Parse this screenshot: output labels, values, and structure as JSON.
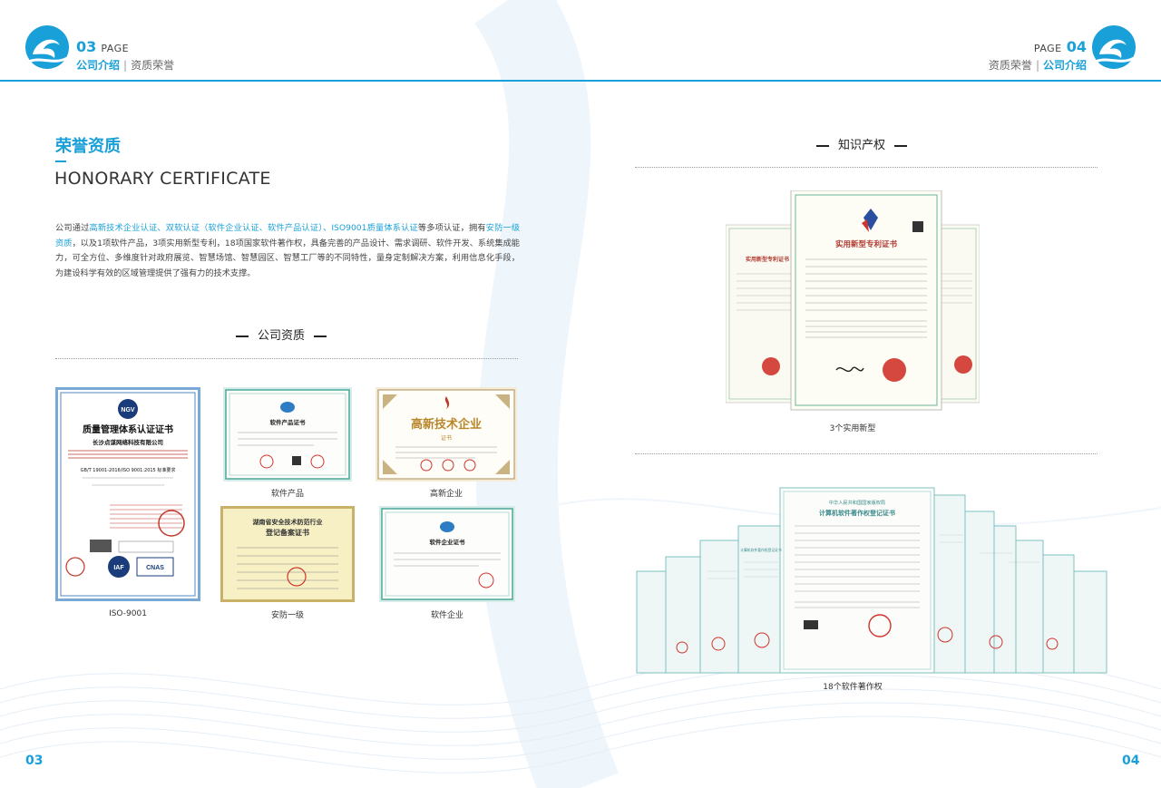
{
  "header": {
    "left": {
      "page_num": "03",
      "page_label": "PAGE",
      "crumb_active": "公司介绍",
      "crumb_sep": "|",
      "crumb_other": "资质荣誉"
    },
    "right": {
      "page_label": "PAGE",
      "page_num": "04",
      "crumb_other": "资质荣誉",
      "crumb_sep": "|",
      "crumb_active": "公司介绍"
    }
  },
  "section": {
    "title_cn": "荣誉资质",
    "title_en": "HONORARY CERTIFICATE",
    "intro": {
      "p1": "公司通过",
      "h1": "高新技术企业认证、双软认证（软件企业认证、软件产品认证）、ISO9001质量体系认证",
      "p2": "等多项认证，拥有",
      "h2": "安防一级资质",
      "p3": "，以及1项软件产品，3项实用新型专利，18项国家软件著作权，具备完善的产品设计、需求调研、软件开发、系统集成能力，可全方位、多维度针对政府展览、智慧场馆、智慧园区、智慧工厂等的不同特性，量身定制解决方案，利用信息化手段，为建设科学有效的区域管理提供了强有力的技术支撑。"
    }
  },
  "qualifications": {
    "heading": "公司资质",
    "items": [
      {
        "caption": "ISO-9001"
      },
      {
        "caption": "软件产品"
      },
      {
        "caption": "高新企业"
      },
      {
        "caption": "安防一级"
      },
      {
        "caption": "软件企业"
      }
    ]
  },
  "ip": {
    "heading": "知识产权",
    "patents_caption": "3个实用新型",
    "copyrights_caption": "18个软件著作权"
  },
  "cert_text": {
    "iso_title": "质量管理体系认证证书",
    "iso_company": "长沙点谋网络科技有限公司",
    "iso_standard": "GB/T 19001-2016/ISO 9001:2015 标准要求",
    "soft_product_title": "软件产品证书",
    "hightech_title": "高新技术企业",
    "hightech_sub": "证书",
    "security_title_1": "湖南省安全技术防范行业",
    "security_title_2": "登记备案证书",
    "soft_enterprise_title": "软件企业证书",
    "patent_title": "实用新型专利证书",
    "patent_side": "实用新型专利证书",
    "copyright_head": "中华人民共和国国家版权局",
    "copyright_title": "计算机软件著作权登记证书",
    "copyright_small": "计算机软件著作权登记证书"
  },
  "footer": {
    "left_page": "03",
    "right_page": "04"
  },
  "colors": {
    "accent": "#1aa0d8",
    "text": "#333333",
    "cert_green": "#3aa57a",
    "cert_teal": "#5bb8b8"
  }
}
